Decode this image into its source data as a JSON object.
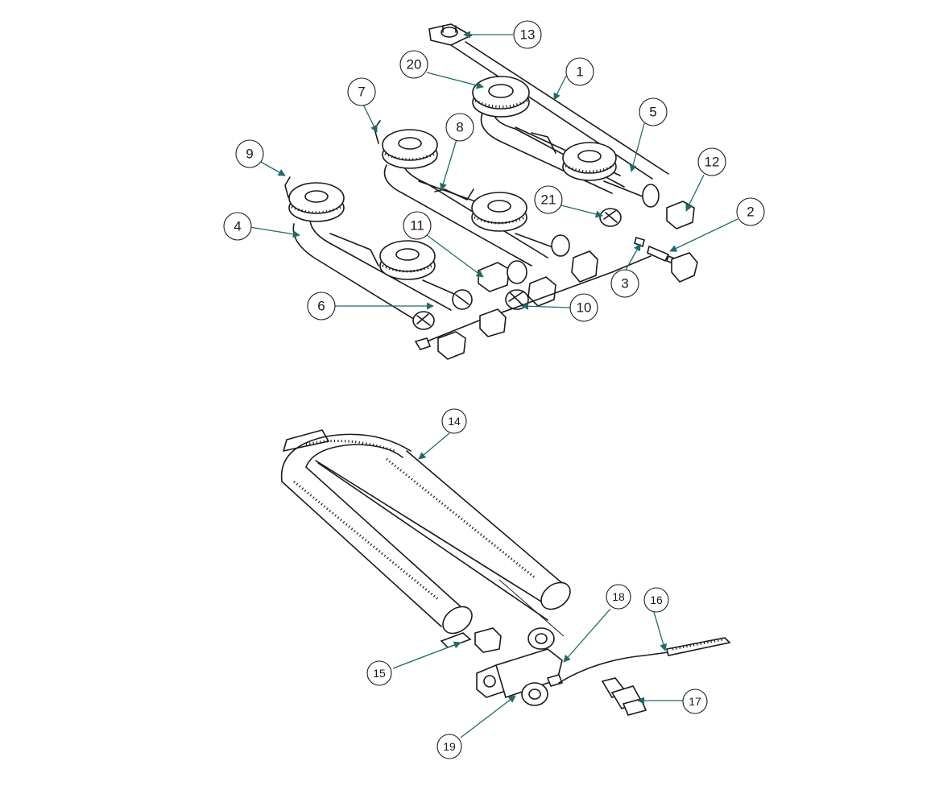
{
  "callouts": [
    {
      "label": "1"
    },
    {
      "label": "2"
    },
    {
      "label": "3"
    },
    {
      "label": "4"
    },
    {
      "label": "5"
    },
    {
      "label": "6"
    },
    {
      "label": "7"
    },
    {
      "label": "8"
    },
    {
      "label": "9"
    },
    {
      "label": "10"
    },
    {
      "label": "11"
    },
    {
      "label": "12"
    },
    {
      "label": "13"
    },
    {
      "label": "14"
    },
    {
      "label": "15"
    },
    {
      "label": "16"
    },
    {
      "label": "17"
    },
    {
      "label": "18"
    },
    {
      "label": "19"
    },
    {
      "label": "20"
    },
    {
      "label": "21"
    }
  ],
  "colors": {
    "leader": "#1f6b6b",
    "line": "#1a1a1a",
    "background": "#ffffff"
  }
}
